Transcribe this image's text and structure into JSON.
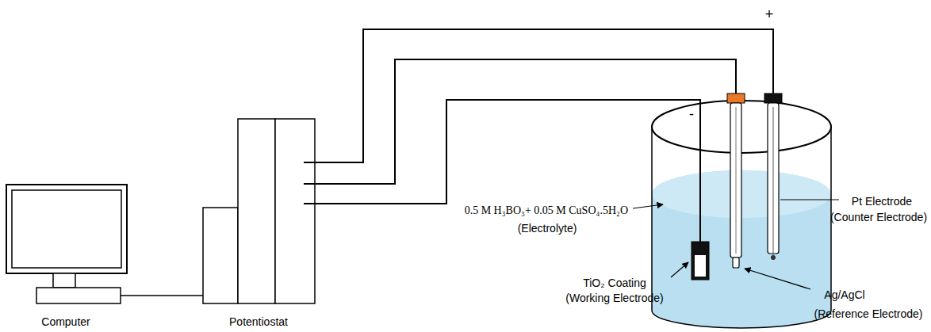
{
  "diagram": {
    "labels": [
      "Computer",
      "Potentiostat",
      "+",
      "-",
      "0.5 M H₃BO₃+ 0.05 M CuSO₄.5H₂O",
      "(Electrolyte)",
      "TiO₂ Coating",
      "(Working Electrode)",
      "Ag/AgCl",
      "(Reference Electrode)",
      "Pt Electrode",
      "(Counter Electrode)"
    ]
  }
}
